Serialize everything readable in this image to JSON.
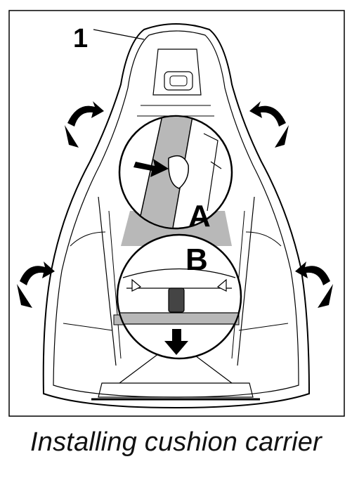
{
  "figure": {
    "caption": "Installing cushion carrier",
    "callouts": {
      "part_1": "1",
      "detail_a": "A",
      "detail_b": "B"
    },
    "icons": [
      "rotate-arrow-icon",
      "push-arrow-icon",
      "pull-down-arrow-icon"
    ],
    "colors": {
      "line": "#000000",
      "highlight": "#b8b8b8",
      "background": "#ffffff"
    }
  }
}
